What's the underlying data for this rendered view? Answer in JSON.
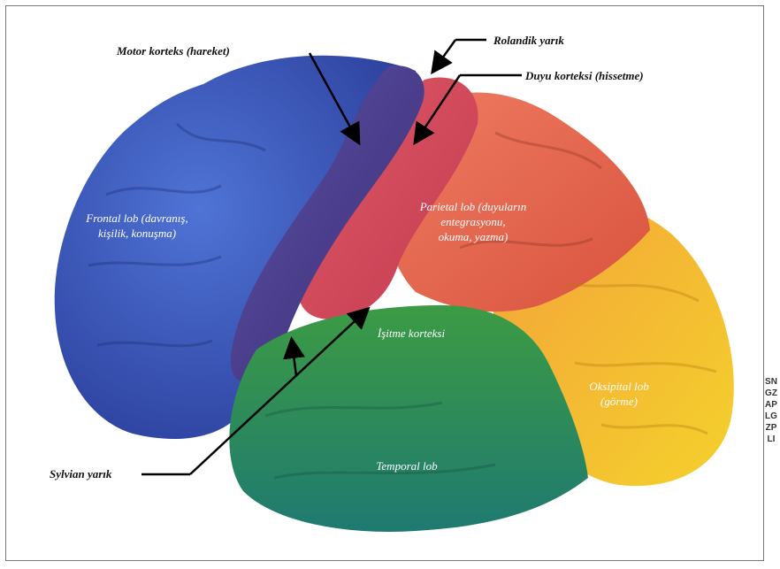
{
  "labels": {
    "motor": "Motor korteks (hareket)",
    "rolandic": "Rolandik yarık",
    "sensory": "Duyu korteksi (hissetme)",
    "sylvian": "Sylvian yarık"
  },
  "lobes": {
    "frontal_line1": "Frontal lob (davranış,",
    "frontal_line2": "kişilik, konuşma)",
    "parietal_line1": "Parietal lob (duyuların",
    "parietal_line2": "entegrasyonu,",
    "parietal_line3": "okuma, yazma)",
    "hearing": "İşitme korteksi",
    "occipital_line1": "Oksipital lob",
    "occipital_line2": "(görme)",
    "temporal": "Temporal lob"
  },
  "side_code": "SNGZAPLGZPLI",
  "colors": {
    "frontal": "#3a55b4",
    "motor": "#4a3f8e",
    "sensory": "#d84a5c",
    "parietal": "#e36a52",
    "occipital": "#f0c22a",
    "temporal": "#2e8a4c"
  }
}
